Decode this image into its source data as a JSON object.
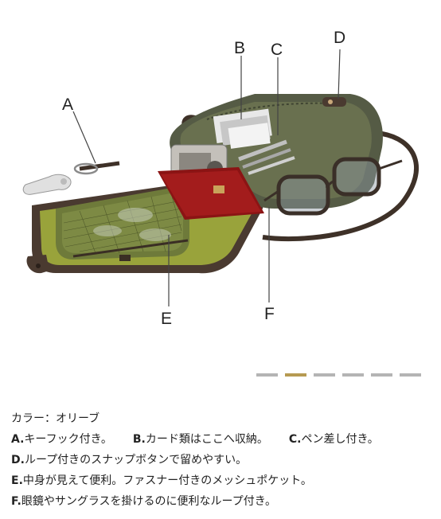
{
  "figure": {
    "callouts": [
      {
        "letter": "A"
      },
      {
        "letter": "B"
      },
      {
        "letter": "C"
      },
      {
        "letter": "D"
      },
      {
        "letter": "E"
      },
      {
        "letter": "F"
      }
    ]
  },
  "pager": {
    "count": 6,
    "active_index": 1
  },
  "description": {
    "color_line": "カラー：オリーブ",
    "features": [
      {
        "letter": "A.",
        "text": "キーフック付き。"
      },
      {
        "letter": "B.",
        "text": "カード類はここへ収納。"
      },
      {
        "letter": "C.",
        "text": "ペン差し付き。"
      },
      {
        "letter": "D.",
        "text": "ループ付きのスナップボタンで留めやすい。"
      },
      {
        "letter": "E.",
        "text": "中身が見えて便利。ファスナー付きのメッシュポケット。"
      },
      {
        "letter": "F.",
        "text": "眼鏡やサングラスを掛けるのに便利なループ付き。"
      }
    ]
  },
  "colors": {
    "olive_dark": "#4f5540",
    "olive_light": "#9aa43c",
    "trim_brown": "#4a3a30",
    "pager_active": "#b69a52",
    "pager_inactive": "#b4b4b4"
  }
}
